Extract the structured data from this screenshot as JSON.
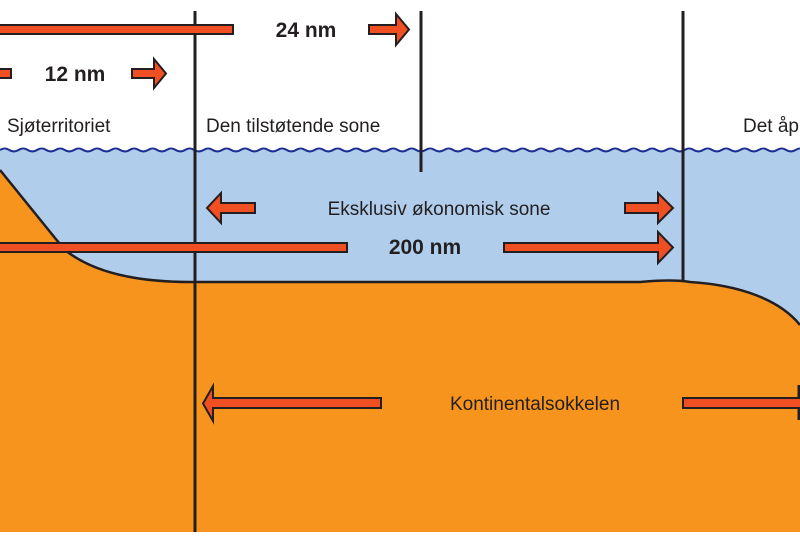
{
  "colors": {
    "sea": "#b0cdec",
    "wave": "#1c2f8f",
    "land": "#f7941d",
    "arrow": "#f04e23",
    "outline": "#231f20",
    "background": "#ffffff"
  },
  "labels": {
    "nm24": "24 nm",
    "nm12": "12 nm",
    "territorial_sea": "Sjøterritoriet",
    "contiguous_zone": "Den tilstøtende sone",
    "open_sea": "Det åpne hav",
    "eez": "Eksklusiv økonomisk sone",
    "nm200": "200 nm",
    "continental_shelf": "Kontinentalsokkelen"
  },
  "icons": {
    "arrow_right": "arrow-right",
    "arrow_left": "arrow-left"
  }
}
